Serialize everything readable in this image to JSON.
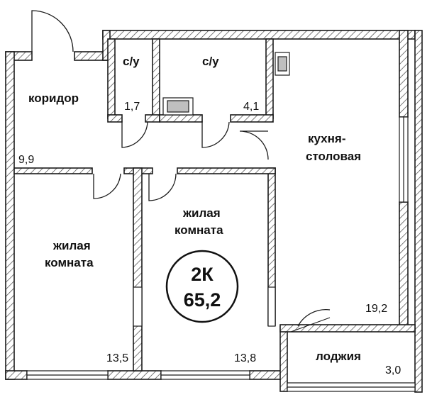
{
  "plan": {
    "badge": {
      "type": "2К",
      "area": "65,2"
    },
    "rooms": [
      {
        "id": "corridor",
        "name": "коридор",
        "area": "9,9"
      },
      {
        "id": "bath1",
        "name": "с/у",
        "area": "1,7"
      },
      {
        "id": "bath2",
        "name": "с/у",
        "area": "4,1"
      },
      {
        "id": "kitchen",
        "name_line1": "кухня-",
        "name_line2": "столовая",
        "area": "19,2"
      },
      {
        "id": "living_left",
        "name_line1": "жилая",
        "name_line2": "комната",
        "area": "13,5"
      },
      {
        "id": "living_center",
        "name_line1": "жилая",
        "name_line2": "комната",
        "area": "13,8"
      },
      {
        "id": "loggia",
        "name": "лоджия",
        "area": "3,0"
      }
    ]
  },
  "colors": {
    "wall": "#1a1a1a",
    "hatch": "#444444",
    "background": "#ffffff"
  }
}
